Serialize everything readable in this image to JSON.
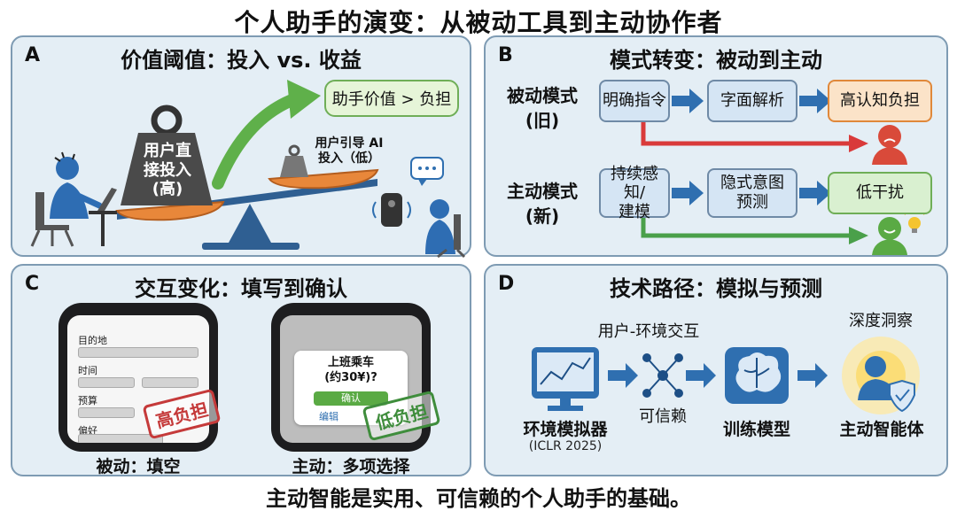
{
  "title": "个人助手的演变：从被动工具到主动协作者",
  "footer": "主动智能是实用、可信赖的个人助手的基础。",
  "panel_a": {
    "letter": "A",
    "title": "价值阈值：投入 vs. 收益",
    "weight_heavy": "用户直接投入（高）",
    "weight_heavy_lines": [
      "用户直",
      "接投入",
      "(高)"
    ],
    "weight_light_lines": [
      "用户引导 AI",
      "投入（低）"
    ],
    "speech": "助手价值 > 负担"
  },
  "panel_b": {
    "letter": "B",
    "title": "模式转变：被动到主动",
    "passive_label_lines": [
      "被动模式",
      "(旧)"
    ],
    "active_label_lines": [
      "主动模式",
      "(新)"
    ],
    "passive_steps": [
      "明确指令",
      "字面解析",
      "高认知负担"
    ],
    "active_steps_lines": [
      [
        "持续感知/",
        "建模"
      ],
      [
        "隐式意图",
        "预测"
      ],
      [
        "低干扰"
      ]
    ]
  },
  "panel_c": {
    "letter": "C",
    "title": "交互变化：填写到确认",
    "form_fields": [
      "目的地",
      "时间",
      "预算",
      "偏好"
    ],
    "stamp_high": "高负担",
    "stamp_low": "低负担",
    "card_lines": [
      "上班乘车",
      "(约30¥)?"
    ],
    "confirm_button": "确认",
    "edit_link": "编辑",
    "caption_passive": "被动：填空",
    "caption_active": "主动：多项选择"
  },
  "panel_d": {
    "letter": "D",
    "title": "技术路径：模拟与预测",
    "interaction_label": "用户-环境交互",
    "simulator_label": "环境模拟器",
    "simulator_sub": "(ICLR 2025)",
    "trust_label": "可信赖",
    "train_label": "训练模型",
    "insight_label": "深度洞察",
    "agent_label": "主动智能体"
  },
  "colors": {
    "panel_bg": "#e4eef5",
    "panel_border": "#7e9bb3",
    "accent_red": "#d93a3a",
    "accent_green": "#4aa04a",
    "accent_blue": "#2f6fb0",
    "orange": "#e0883a"
  },
  "icons": [
    "stressed-user-icon",
    "relaxed-user-icon",
    "smart-speaker-icon",
    "chat-bubble-icon",
    "frown-face-icon",
    "smile-face-icon",
    "lightbulb-icon",
    "chart-monitor-icon",
    "network-icon",
    "brain-icon",
    "shield-user-icon"
  ]
}
